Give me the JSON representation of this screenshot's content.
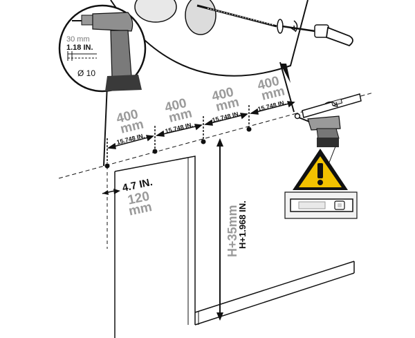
{
  "colors": {
    "line": "#111111",
    "mm_text": "#9a9a9a",
    "warning_fill": "#f2c200",
    "tool_grey": "#8f8f8f",
    "tool_dark": "#3a3a3a"
  },
  "inset": {
    "depth_mm": "30 mm",
    "depth_in": "1.18 IN.",
    "diameter": "Ø 10"
  },
  "spacing": [
    {
      "mm_value": "400",
      "mm_unit": "mm",
      "inch": "15.748 IN."
    },
    {
      "mm_value": "400",
      "mm_unit": "mm",
      "inch": "15.748 IN."
    },
    {
      "mm_value": "400",
      "mm_unit": "mm",
      "inch": "15.748 IN."
    },
    {
      "mm_value": "400",
      "mm_unit": "mm",
      "inch": "15.748 IN."
    }
  ],
  "side_offset": {
    "inch": "4.7 IN.",
    "mm_value": "120",
    "mm_unit": "mm"
  },
  "height": {
    "mm": "H+35mm",
    "inch": "H+1.968 IN."
  },
  "icons": {
    "warning": "warning-triangle-icon",
    "level": "spirit-level-icon",
    "drill": "drill-icon",
    "screwdriver": "screwdriver-icon"
  }
}
